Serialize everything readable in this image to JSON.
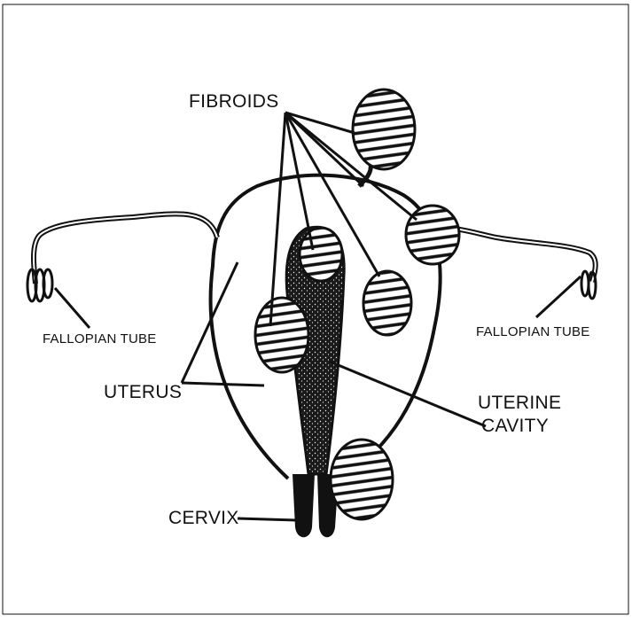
{
  "labels": {
    "fibroids": "FIBROIDS",
    "fallopian_tube_left": "FALLOPIAN TUBE",
    "fallopian_tube_right": "FALLOPIAN TUBE",
    "uterus": "UTERUS",
    "uterine_cavity_line1": "UTERINE",
    "uterine_cavity_line2": "CAVITY",
    "cervix": "CERVIX"
  },
  "colors": {
    "ink": "#111111",
    "paper": "#ffffff"
  }
}
